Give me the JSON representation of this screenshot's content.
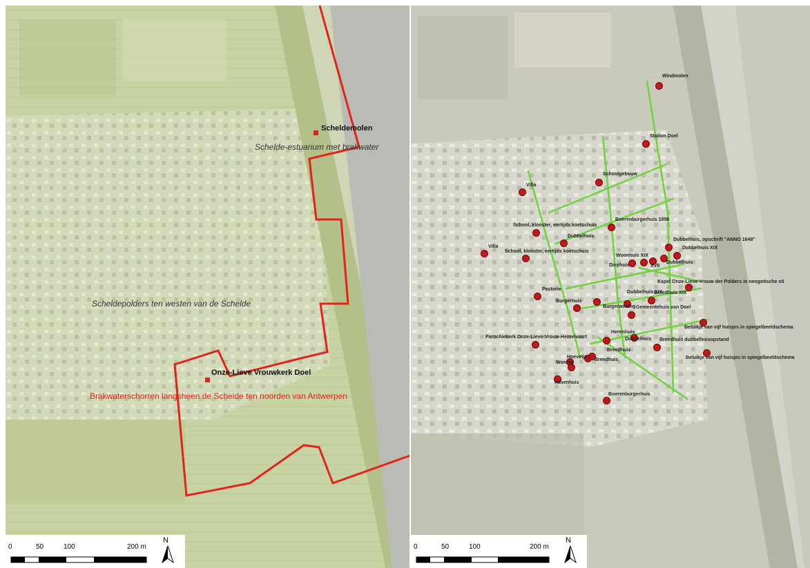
{
  "left_map": {
    "features": {
      "scheldemolen": "Scheldemolen",
      "estuary": "Schelde-estuarium met brakwater",
      "polders": "Scheldepolders ten westen van de Schelde",
      "church": "Onze-Lieve Vrouwkerk Doel",
      "brackish": "Brakwaterschorren langsheen de Schelde ten noorden van Antwerpen"
    },
    "colors": {
      "boundary": "#e2231a",
      "overlay": "#c8d3a4",
      "river": "#b8bcb4"
    },
    "scalebar": {
      "ticks": [
        "0",
        "50",
        "100",
        "200 m"
      ],
      "north": "N"
    }
  },
  "right_map": {
    "colors": {
      "streets": "#6dd43c",
      "poi": "#c2181b",
      "overlay": "#c9cabb"
    },
    "poi_labels": [
      "Windmolen",
      "Station Doel",
      "Schoolgebouw",
      "Villa",
      "Boerenburgerhuis 1898",
      "School, klooster, eertijds koetschuis",
      "Dubbelhuis",
      "Dubbelhuis, opschrift \"ANNO 1648\"",
      "Villa",
      "School, klooster, eertijds koetschuis",
      "Dubbelhuis XIX",
      "Woonhuis XIX",
      "Dubbelhuis",
      "Diephuis",
      "XVII",
      "Kapel Onze-Lieve-Vrouw der Polders in neogotische sti",
      "Pastorie",
      "Dubbelhuis XIX",
      "Breedhuis XIX",
      "Burgerhuis",
      "Burgerwoning",
      "Gemeentehuis van Doel",
      "Beluikje van vijf huisjes in spiegelbeeldschema",
      "Parochiekerk Onze-Lieve-Vrouw-Hemelvaart",
      "Herenhuis",
      "Dubbelhuis",
      "Breedhuis dubbelhuisopstand",
      "Breedhuis",
      "Beluikje van vijf huisjes in spiegelbeeldschema",
      "Hoevetje",
      "Woning",
      "Breedhuis",
      "Havenhuis",
      "Boerenburgerhuis"
    ],
    "scalebar": {
      "ticks": [
        "0",
        "50",
        "100",
        "200 m"
      ],
      "north": "N"
    }
  }
}
